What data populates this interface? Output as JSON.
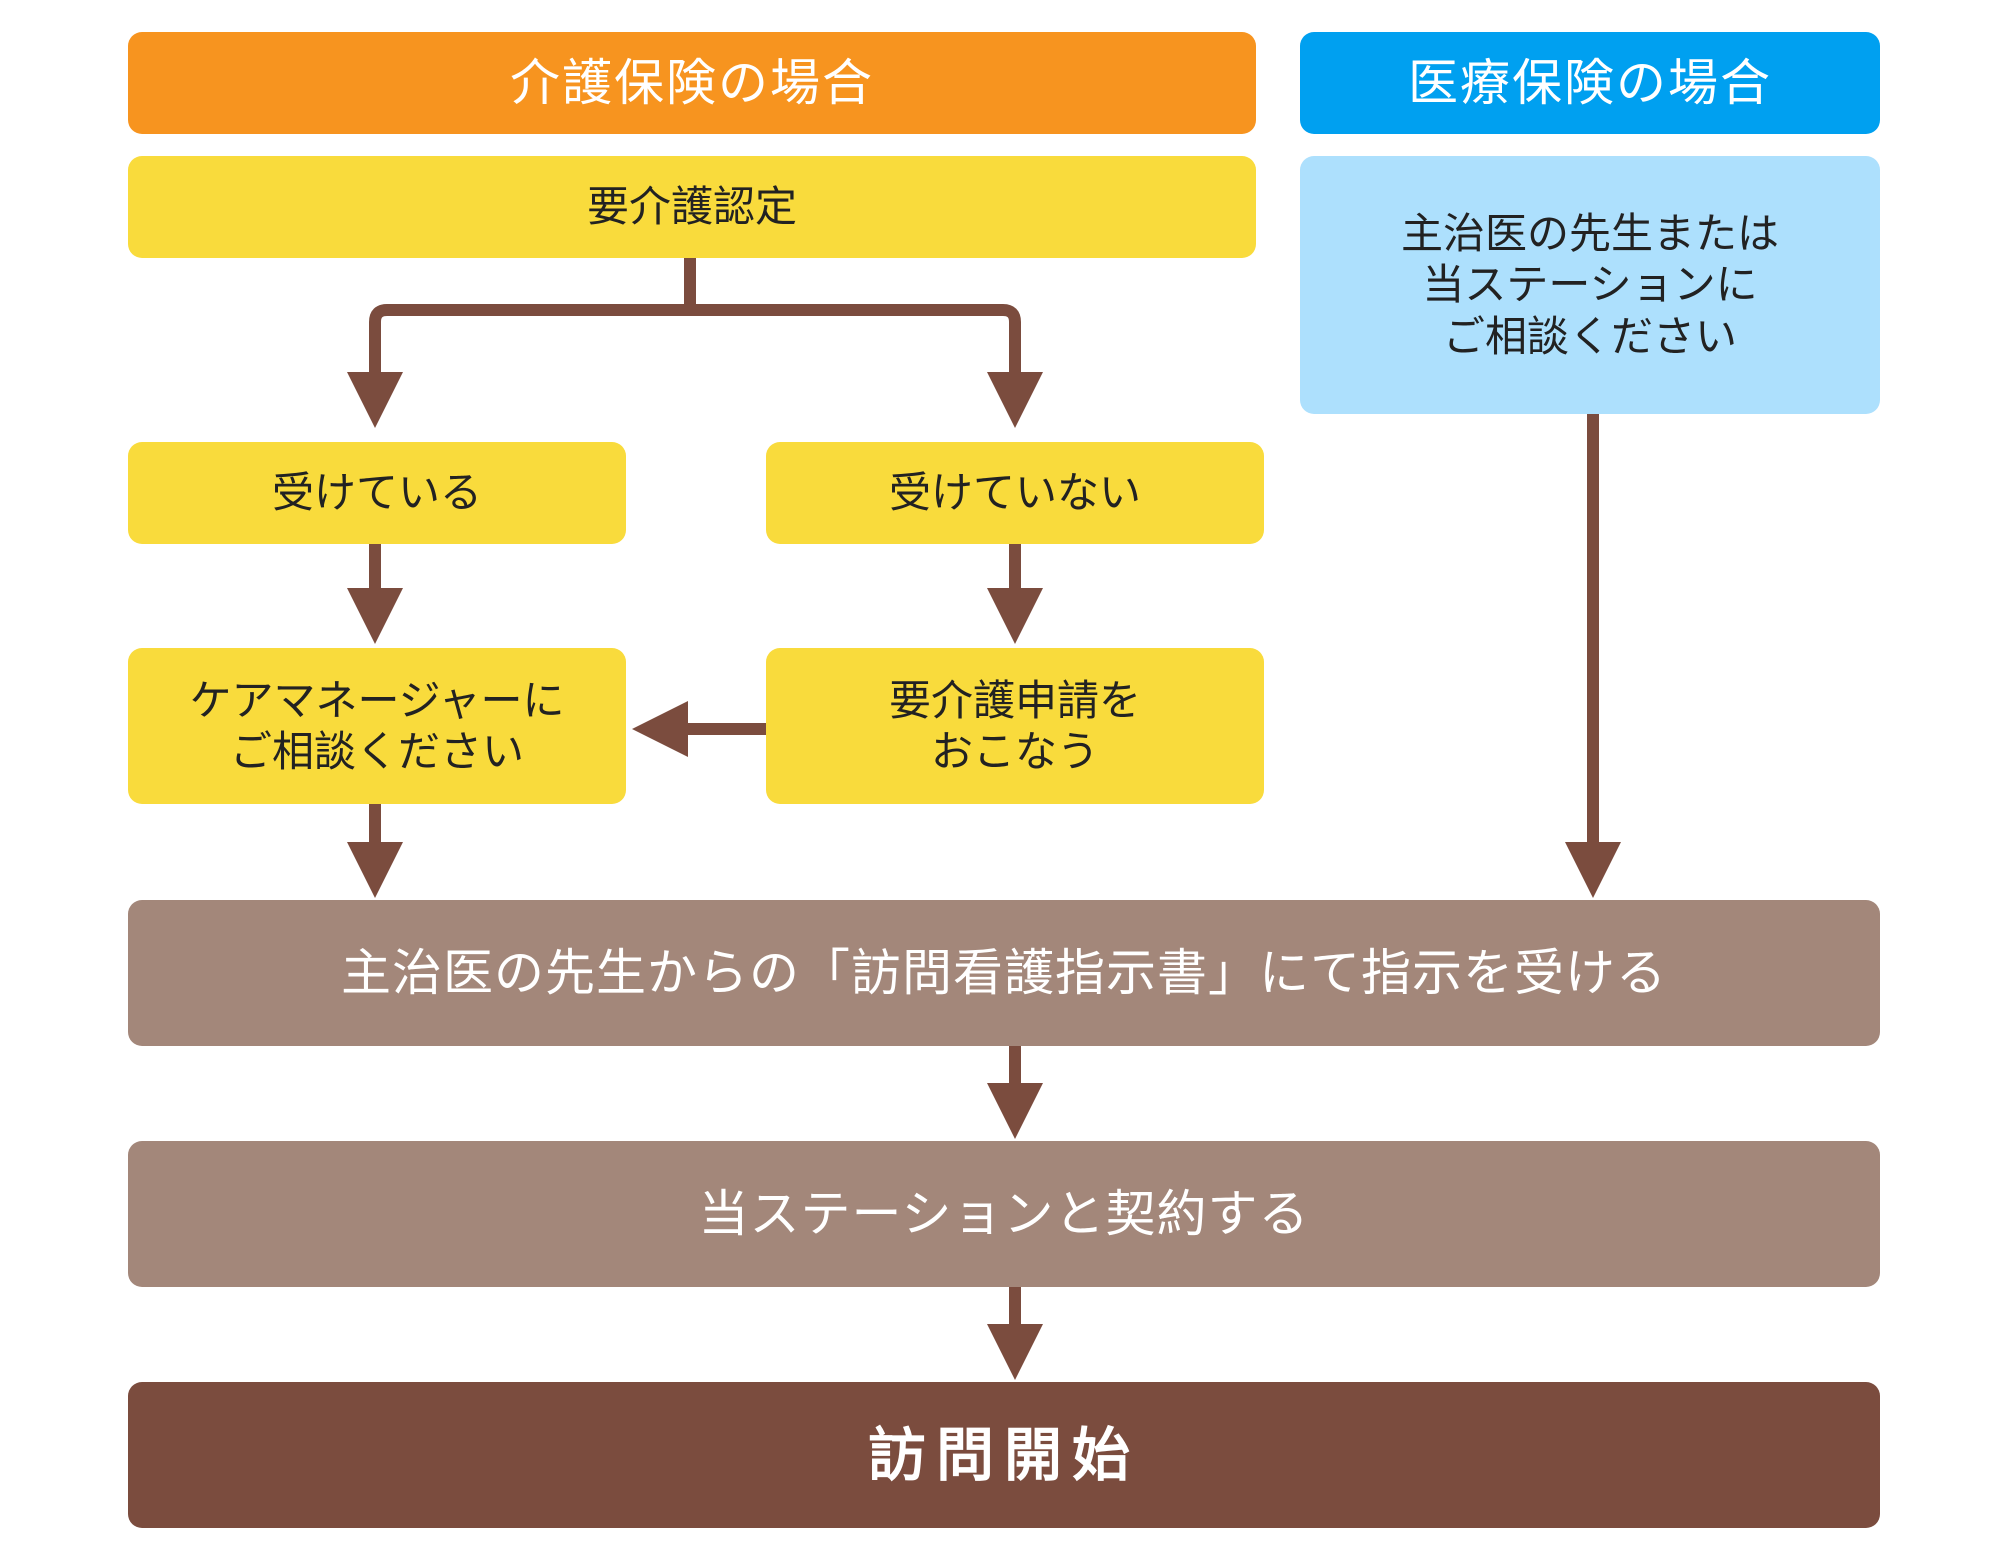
{
  "headers": {
    "kaigo": "介護保険の場合",
    "iryo": "医療保険の場合"
  },
  "kaigo": {
    "nintei": "要介護認定",
    "ukete_iru": "受けている",
    "ukete_inai": "受けていない",
    "care_manager": "ケアマネージャーに\nご相談ください",
    "shinsei": "要介護申請を\nおこなう"
  },
  "iryo": {
    "consult": "主治医の先生または\n当ステーションに\nご相談ください"
  },
  "common": {
    "shijisho": "主治医の先生からの「訪問看護指示書」にて指示を受ける",
    "keiyaku": "当ステーションと契約する",
    "start": "訪問開始"
  },
  "colors": {
    "kaigo_header": "#f7941f",
    "iryo_header": "#00a0f0",
    "yellow_box": "#f9db3c",
    "lightblue_box": "#ade0fd",
    "taupe_box": "#a3877a",
    "final_box": "#7b4c3e",
    "arrow": "#7b4c3e"
  }
}
